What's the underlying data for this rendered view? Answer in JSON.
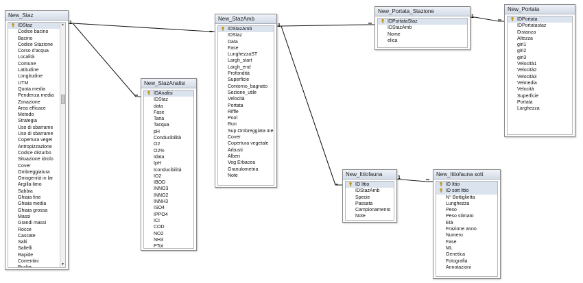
{
  "tables": [
    {
      "id": "t1",
      "title": "New_Staz",
      "fields": [
        {
          "name": "IDStaz",
          "key": true
        },
        {
          "name": "Codice bacino"
        },
        {
          "name": "Bacino"
        },
        {
          "name": "Codice Stazione"
        },
        {
          "name": "Corso d'acqua"
        },
        {
          "name": "Località"
        },
        {
          "name": "Comune"
        },
        {
          "name": "Latitudine"
        },
        {
          "name": "Longitudine"
        },
        {
          "name": "UTM"
        },
        {
          "name": "Quota media"
        },
        {
          "name": "Pendenza media"
        },
        {
          "name": "Zonazione"
        },
        {
          "name": "Area efficace"
        },
        {
          "name": "Metodo"
        },
        {
          "name": "Strategia"
        },
        {
          "name": "Uso di sbarrame"
        },
        {
          "name": "Uso di sbarrame"
        },
        {
          "name": "Copertura veget"
        },
        {
          "name": "Antropizzazione"
        },
        {
          "name": "Codice disturbo"
        },
        {
          "name": "Situazione idrolo"
        },
        {
          "name": "Cover"
        },
        {
          "name": "Ombreggiatura"
        },
        {
          "name": "Omogenità in lar"
        },
        {
          "name": "Argilla-limo"
        },
        {
          "name": "Sabbia"
        },
        {
          "name": "Ghiaia fine"
        },
        {
          "name": "Ghiaia media"
        },
        {
          "name": "Ghiaia grossa"
        },
        {
          "name": "Massi"
        },
        {
          "name": "Grandi massi"
        },
        {
          "name": "Rocce"
        },
        {
          "name": "Cascate"
        },
        {
          "name": "Salti"
        },
        {
          "name": "Saltelli"
        },
        {
          "name": "Rapide"
        },
        {
          "name": "Correntini"
        },
        {
          "name": "Buche"
        }
      ]
    },
    {
      "id": "t2",
      "title": "New_StazAnalisi",
      "fields": [
        {
          "name": "IDAnalisi",
          "key": true
        },
        {
          "name": "IDStaz"
        },
        {
          "name": "data"
        },
        {
          "name": "Fase"
        },
        {
          "name": "Taria"
        },
        {
          "name": "Tacqua"
        },
        {
          "name": "pH"
        },
        {
          "name": "Conducibilità"
        },
        {
          "name": "O2"
        },
        {
          "name": "O2%"
        },
        {
          "name": "Idata"
        },
        {
          "name": "IpH"
        },
        {
          "name": "Iconducibilità"
        },
        {
          "name": "IO2"
        },
        {
          "name": "IBOD"
        },
        {
          "name": "INNO3"
        },
        {
          "name": "INNO2"
        },
        {
          "name": "INNH3"
        },
        {
          "name": "ISO4"
        },
        {
          "name": "IPPO4"
        },
        {
          "name": "ICI"
        },
        {
          "name": "COD"
        },
        {
          "name": "NO2"
        },
        {
          "name": "NH3"
        },
        {
          "name": "PTot"
        }
      ]
    },
    {
      "id": "t3",
      "title": "New_StazAmb",
      "fields": [
        {
          "name": "IDStazAmb",
          "key": true
        },
        {
          "name": "IDStaz"
        },
        {
          "name": "Data"
        },
        {
          "name": "Fase"
        },
        {
          "name": "LunghezzaST"
        },
        {
          "name": "Largh_start"
        },
        {
          "name": "Largh_end"
        },
        {
          "name": "Profondità"
        },
        {
          "name": "Superficie"
        },
        {
          "name": "Contorno_bagnato"
        },
        {
          "name": "Sezione_utile"
        },
        {
          "name": "Velocità"
        },
        {
          "name": "Portata"
        },
        {
          "name": "Riffle"
        },
        {
          "name": "Pool"
        },
        {
          "name": "Run"
        },
        {
          "name": "Sup Ombreggiata me"
        },
        {
          "name": "Cover"
        },
        {
          "name": "Copertura vegetale"
        },
        {
          "name": "Arbusti"
        },
        {
          "name": "Alberi"
        },
        {
          "name": "Veg Erbacea"
        },
        {
          "name": "Granulometria"
        },
        {
          "name": "Note"
        }
      ]
    },
    {
      "id": "t4",
      "title": "New_Portata_Stazione",
      "fields": [
        {
          "name": "IDPortataStaz",
          "key": true
        },
        {
          "name": "IDStazAmb"
        },
        {
          "name": "Nome"
        },
        {
          "name": "elica"
        }
      ]
    },
    {
      "id": "t5",
      "title": "New_Portata",
      "fields": [
        {
          "name": "IDPortata",
          "key": true
        },
        {
          "name": "IDPortatastaz"
        },
        {
          "name": "Distanza"
        },
        {
          "name": "Altezza"
        },
        {
          "name": "giri1"
        },
        {
          "name": "giri2"
        },
        {
          "name": "giri3"
        },
        {
          "name": "Velocità1"
        },
        {
          "name": "Velocità2"
        },
        {
          "name": "Velocità3"
        },
        {
          "name": "Velmedia"
        },
        {
          "name": "Velocità"
        },
        {
          "name": "Superficie"
        },
        {
          "name": "Portata"
        },
        {
          "name": "Larghezza"
        }
      ]
    },
    {
      "id": "t6",
      "title": "New_Ittiofauna",
      "fields": [
        {
          "name": "ID Ittio",
          "key": true
        },
        {
          "name": "IDStazAmb"
        },
        {
          "name": "Specie"
        },
        {
          "name": "Passata"
        },
        {
          "name": "Campionamento"
        },
        {
          "name": "Note"
        }
      ]
    },
    {
      "id": "t7",
      "title": "New_Ittiofauna sott",
      "fields": [
        {
          "name": "ID Ittio",
          "key": true
        },
        {
          "name": "ID sott Ittio",
          "key": true
        },
        {
          "name": "N° Bottiglietta"
        },
        {
          "name": "Lunghezza"
        },
        {
          "name": "Peso"
        },
        {
          "name": "Peso stimato"
        },
        {
          "name": "Età"
        },
        {
          "name": "Frazione anno"
        },
        {
          "name": "Numero"
        },
        {
          "name": "Fase"
        },
        {
          "name": "ML"
        },
        {
          "name": "Genetica"
        },
        {
          "name": "Fotografia"
        },
        {
          "name": "Annotazioni"
        }
      ]
    }
  ],
  "relationships": [
    {
      "from": "New_Staz",
      "to": "New_StazAnalisi",
      "one": "1",
      "many": "∞"
    },
    {
      "from": "New_Staz",
      "to": "New_StazAmb",
      "one": "1",
      "many": "∞"
    },
    {
      "from": "New_StazAmb",
      "to": "New_Portata_Stazione",
      "one": "1",
      "many": "∞"
    },
    {
      "from": "New_Portata_Stazione",
      "to": "New_Portata",
      "one": "1",
      "many": "∞"
    },
    {
      "from": "New_StazAmb",
      "to": "New_Ittiofauna",
      "one": "1",
      "many": "∞"
    },
    {
      "from": "New_Ittiofauna",
      "to": "New_Ittiofauna sott",
      "one": "1",
      "many": "∞"
    }
  ],
  "colors": {
    "line": "#1a1a1a",
    "key_row": "#dbe3ee",
    "header": "#dde3ec"
  },
  "icons": {
    "primary_key": "key-icon",
    "scroll_up": "arrow-up-icon",
    "scroll_down": "arrow-down-icon"
  }
}
